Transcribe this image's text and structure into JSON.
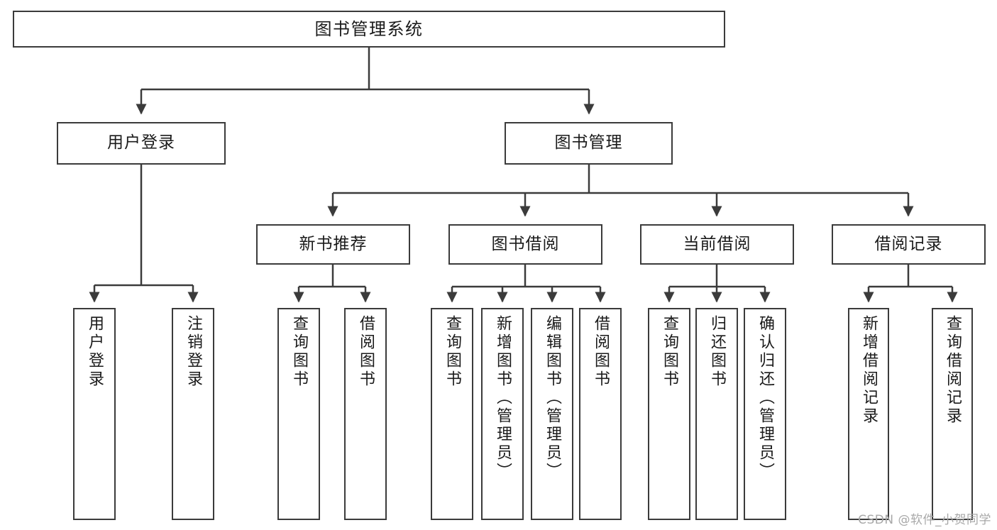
{
  "diagram": {
    "type": "tree-hierarchy",
    "title": "图书管理系统",
    "root": {
      "label": "图书管理系统"
    },
    "level2": [
      {
        "label": "用户登录"
      },
      {
        "label": "图书管理"
      }
    ],
    "level3": [
      {
        "label": "新书推荐"
      },
      {
        "label": "图书借阅"
      },
      {
        "label": "当前借阅"
      },
      {
        "label": "借阅记录"
      }
    ],
    "leaves": {
      "user_login": [
        {
          "label": "用户登录"
        },
        {
          "label": "注销登录"
        }
      ],
      "new_book_recommend": [
        {
          "label": "查询图书"
        },
        {
          "label": "借阅图书"
        }
      ],
      "book_borrow": [
        {
          "label": "查询图书"
        },
        {
          "label": "新增图书（管理员）"
        },
        {
          "label": "编辑图书（管理员）"
        },
        {
          "label": "借阅图书"
        }
      ],
      "current_borrow": [
        {
          "label": "查询图书"
        },
        {
          "label": "归还图书"
        },
        {
          "label": "确认归还（管理员）"
        }
      ],
      "borrow_record": [
        {
          "label": "新增借阅记录"
        },
        {
          "label": "查询借阅记录"
        }
      ]
    }
  },
  "watermark": {
    "text": "CSDN @软件_小贺同学"
  },
  "colors": {
    "stroke": "#3b3b3b",
    "background": "#ffffff",
    "text": "#1a1a1a",
    "watermark": "#a8a8a8"
  }
}
